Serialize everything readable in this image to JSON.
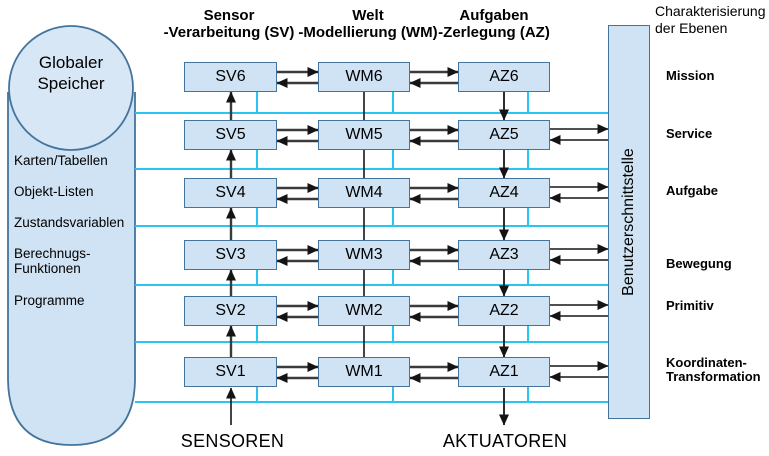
{
  "memory": {
    "title_lines": [
      "Globaler",
      "Speicher"
    ],
    "items": [
      "Karten/Tabellen",
      "Objekt-Listen",
      "Zustandsvariablen",
      "Berechnugs-Funktionen",
      "Programme"
    ]
  },
  "columns": [
    {
      "header_lines": [
        "Sensor",
        "-Verarbeitung (SV)"
      ],
      "boxes": [
        "SV6",
        "SV5",
        "SV4",
        "SV3",
        "SV2",
        "SV1"
      ]
    },
    {
      "header_lines": [
        "Welt",
        "-Modellierung (WM)"
      ],
      "boxes": [
        "WM6",
        "WM5",
        "WM4",
        "WM3",
        "WM2",
        "WM1"
      ]
    },
    {
      "header_lines": [
        "Aufgaben",
        "-Zerlegung (AZ)"
      ],
      "boxes": [
        "AZ6",
        "AZ5",
        "AZ4",
        "AZ3",
        "AZ2",
        "AZ1"
      ]
    }
  ],
  "interface_bar": {
    "label": "Benutzerschnittstelle"
  },
  "levels": {
    "header_lines": [
      "Charakterisierung",
      "der Ebenen"
    ],
    "items": [
      "Mission",
      "Service",
      "Aufgabe",
      "Bewegung",
      "Primitiv",
      "Koordinaten-Transformation"
    ]
  },
  "io": {
    "sensors_label": "SENSOREN",
    "actuators_label": "AKTUATOREN"
  },
  "colors": {
    "node_fill": "#cfe3f4",
    "memory_circle_fill": "#d8e7f6",
    "node_border": "#44749c",
    "bus": "#28c4f2",
    "arrow_dark": "#3b3b3b",
    "arrow_thin": "#161616",
    "arrowhead": "#141414"
  }
}
